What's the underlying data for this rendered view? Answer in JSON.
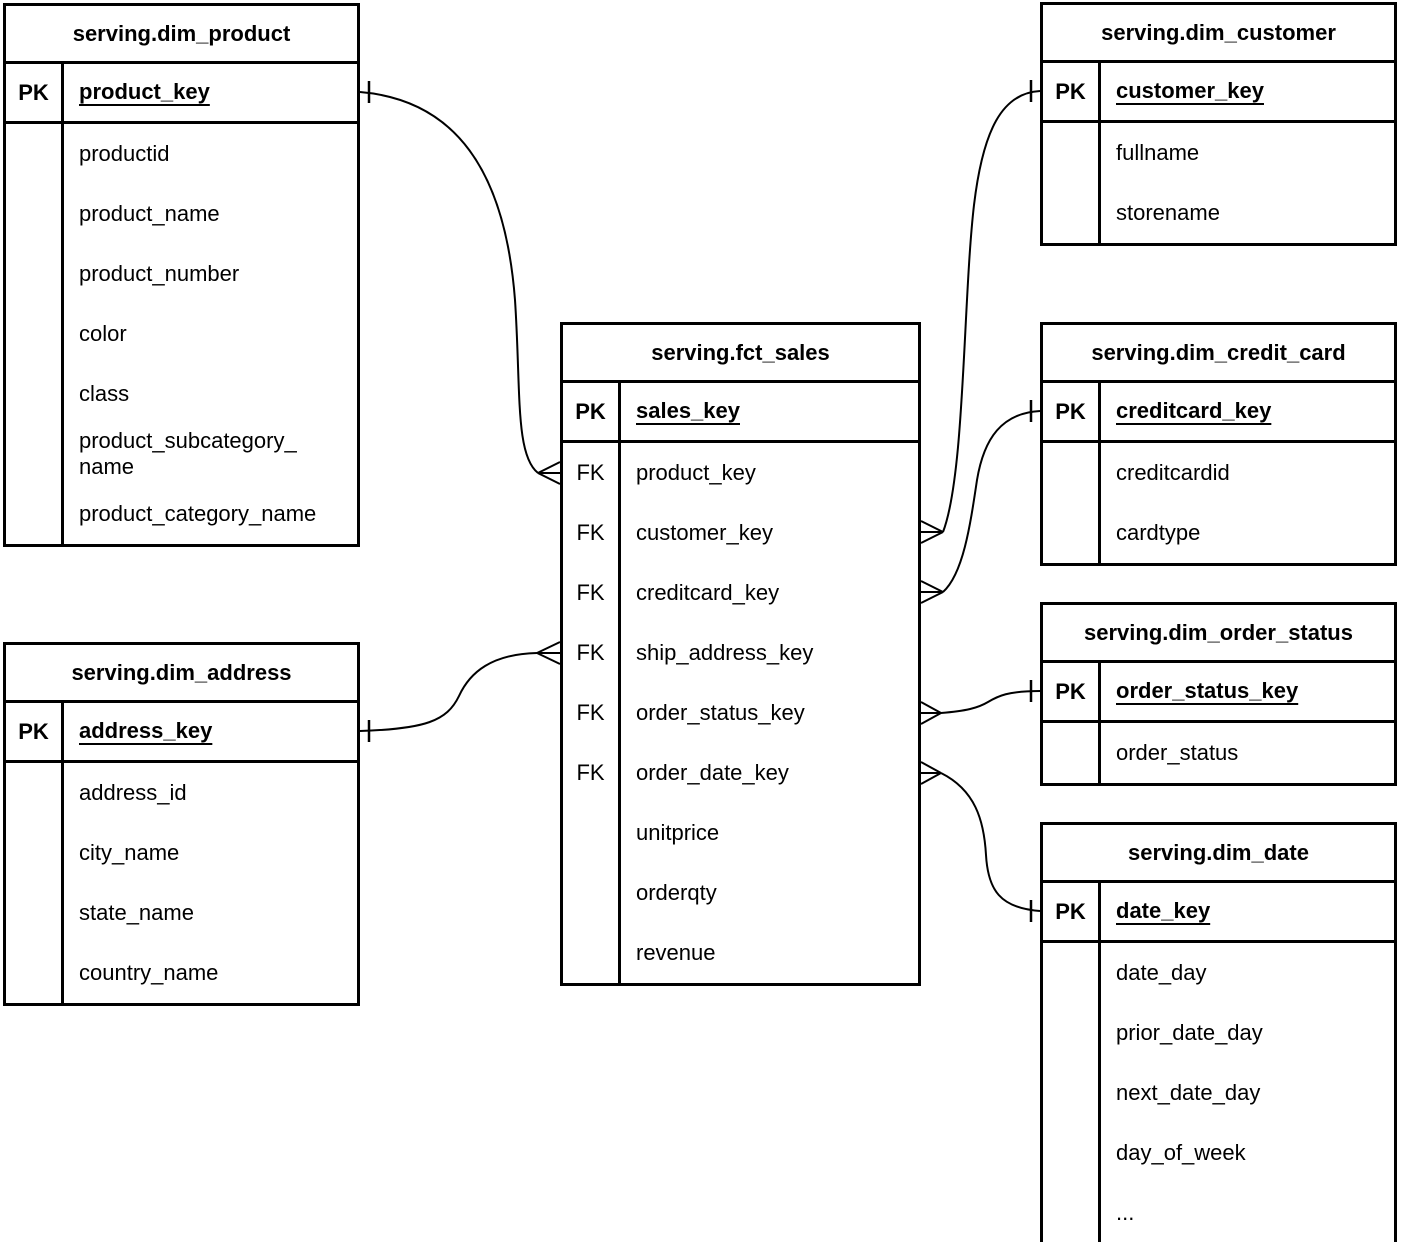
{
  "tables": {
    "dim_product": {
      "title": "serving.dim_product",
      "pk_tag": "PK",
      "pk_field": "product_key",
      "rows": [
        {
          "tag": "",
          "name": "productid"
        },
        {
          "tag": "",
          "name": "product_name"
        },
        {
          "tag": "",
          "name": "product_number"
        },
        {
          "tag": "",
          "name": "color"
        },
        {
          "tag": "",
          "name": "class"
        },
        {
          "tag": "",
          "name": "product_subcategory_\nname"
        },
        {
          "tag": "",
          "name": "product_category_name"
        }
      ]
    },
    "dim_address": {
      "title": "serving.dim_address",
      "pk_tag": "PK",
      "pk_field": "address_key",
      "rows": [
        {
          "tag": "",
          "name": "address_id"
        },
        {
          "tag": "",
          "name": "city_name"
        },
        {
          "tag": "",
          "name": "state_name"
        },
        {
          "tag": "",
          "name": "country_name"
        }
      ]
    },
    "fct_sales": {
      "title": "serving.fct_sales",
      "pk_tag": "PK",
      "pk_field": "sales_key",
      "rows": [
        {
          "tag": "FK",
          "name": "product_key"
        },
        {
          "tag": "FK",
          "name": "customer_key"
        },
        {
          "tag": "FK",
          "name": "creditcard_key"
        },
        {
          "tag": "FK",
          "name": "ship_address_key"
        },
        {
          "tag": "FK",
          "name": "order_status_key"
        },
        {
          "tag": "FK",
          "name": "order_date_key"
        },
        {
          "tag": "",
          "name": "unitprice"
        },
        {
          "tag": "",
          "name": "orderqty"
        },
        {
          "tag": "",
          "name": "revenue"
        }
      ]
    },
    "dim_customer": {
      "title": "serving.dim_customer",
      "pk_tag": "PK",
      "pk_field": "customer_key",
      "rows": [
        {
          "tag": "",
          "name": "fullname"
        },
        {
          "tag": "",
          "name": "storename"
        }
      ]
    },
    "dim_credit_card": {
      "title": "serving.dim_credit_card",
      "pk_tag": "PK",
      "pk_field": "creditcard_key",
      "rows": [
        {
          "tag": "",
          "name": "creditcardid"
        },
        {
          "tag": "",
          "name": "cardtype"
        }
      ]
    },
    "dim_order_status": {
      "title": "serving.dim_order_status",
      "pk_tag": "PK",
      "pk_field": "order_status_key",
      "rows": [
        {
          "tag": "",
          "name": "order_status"
        }
      ]
    },
    "dim_date": {
      "title": "serving.dim_date",
      "pk_tag": "PK",
      "pk_field": "date_key",
      "rows": [
        {
          "tag": "",
          "name": "date_day"
        },
        {
          "tag": "",
          "name": "prior_date_day"
        },
        {
          "tag": "",
          "name": "next_date_day"
        },
        {
          "tag": "",
          "name": "day_of_week"
        },
        {
          "tag": "",
          "name": "..."
        }
      ]
    }
  },
  "relationships": [
    {
      "one": "serving.dim_product.product_key",
      "many": "serving.fct_sales.product_key",
      "cardinality": "one-to-many"
    },
    {
      "one": "serving.dim_customer.customer_key",
      "many": "serving.fct_sales.customer_key",
      "cardinality": "one-to-many"
    },
    {
      "one": "serving.dim_credit_card.creditcard_key",
      "many": "serving.fct_sales.creditcard_key",
      "cardinality": "one-to-many"
    },
    {
      "one": "serving.dim_order_status.order_status_key",
      "many": "serving.fct_sales.order_status_key",
      "cardinality": "one-to-many"
    },
    {
      "one": "serving.dim_date.date_key",
      "many": "serving.fct_sales.order_date_key",
      "cardinality": "one-to-many"
    },
    {
      "one": "serving.dim_address.address_key",
      "many": "serving.fct_sales.ship_address_key",
      "cardinality": "one-to-many"
    }
  ],
  "colors": {
    "line": "#000000",
    "background": "#ffffff",
    "text": "#000000"
  }
}
